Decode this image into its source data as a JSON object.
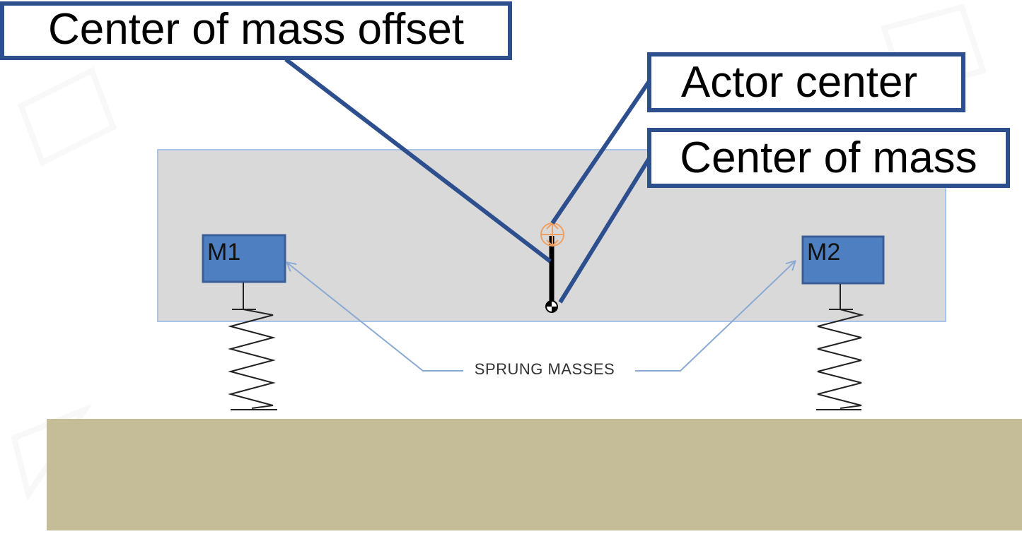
{
  "callouts": {
    "center_of_mass_offset": "Center of mass offset",
    "actor_center": "Actor center",
    "center_of_mass": "Center of mass"
  },
  "masses": {
    "m1": "M1",
    "m2": "M2"
  },
  "annotation": {
    "sprung_masses": "SPRUNG MASSES"
  },
  "colors": {
    "callout_border": "#2e4f8e",
    "body": "#d9d9d9",
    "body_border": "#a9c4e8",
    "mass_fill": "#4e7fc0",
    "mass_border": "#3a5f98",
    "ground": "#c4bd98",
    "annotation_line": "#8aaad3",
    "actor_marker": "#f0a060",
    "offset_rod": "#000000"
  },
  "icons": {
    "actor_center": "orange-crosshair-icon",
    "center_of_mass": "com-marker-icon"
  }
}
